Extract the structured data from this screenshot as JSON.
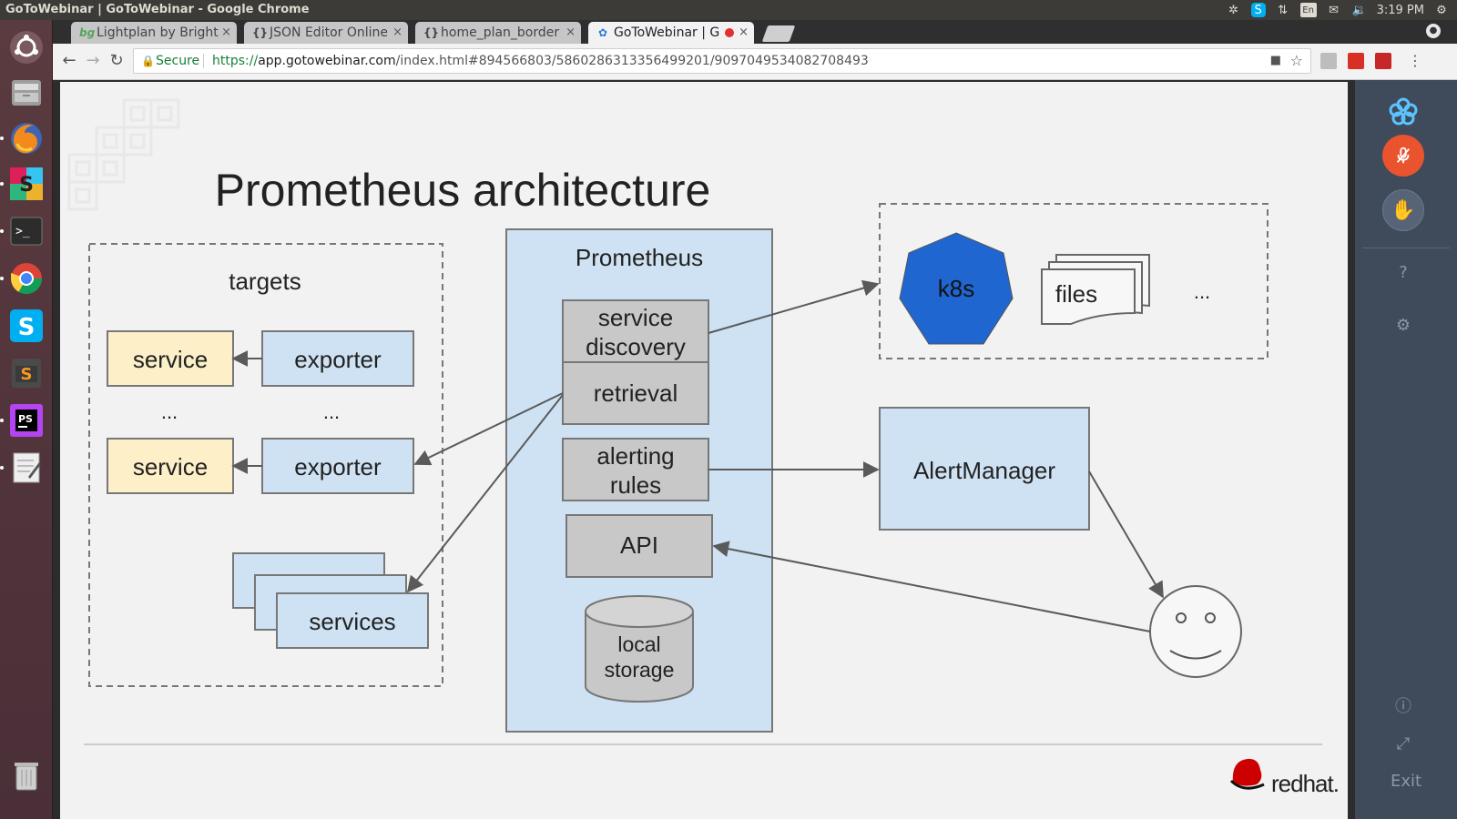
{
  "topbar": {
    "window_title": "GoToWebinar | GoToWebinar - Google Chrome",
    "keyboard_layout": "En",
    "time": "3:19 PM"
  },
  "launcher": {
    "apps": [
      "ubuntu-dash",
      "files",
      "firefox",
      "slack",
      "terminal",
      "chrome",
      "skype",
      "sublime-text",
      "phpstorm",
      "text-editor",
      "trash"
    ]
  },
  "browser": {
    "tabs": [
      {
        "label": "Lightplan by Bright",
        "favicon": "bg"
      },
      {
        "label": "JSON Editor Online",
        "favicon": "{}"
      },
      {
        "label": "home_plan_border",
        "favicon": "{}"
      },
      {
        "label": "GoToWebinar | G",
        "favicon": "gtw"
      }
    ],
    "close_glyph": "×",
    "secure_label": "Secure",
    "url_scheme": "https://",
    "url_host": "app.gotowebinar.com",
    "url_path": "/index.html#894566803/5860286313356499201/9097049534082708493"
  },
  "slide": {
    "title": "Prometheus architecture",
    "targets_label": "targets",
    "service_label": "service",
    "exporter_label": "exporter",
    "ellipsis": "...",
    "services_label": "services",
    "prometheus_label": "Prometheus",
    "service_discovery_line1": "service",
    "service_discovery_line2": "discovery",
    "retrieval_label": "retrieval",
    "alerting_rules_line1": "alerting",
    "alerting_rules_line2": "rules",
    "api_label": "API",
    "local_storage_line1": "local",
    "local_storage_line2": "storage",
    "k8s_label": "k8s",
    "files_label": "files",
    "discovery_more": "...",
    "alertmanager_label": "AlertManager",
    "redhat_label": "redhat."
  },
  "gtw_panel": {
    "exit_label": "Exit",
    "mic_color": "#e9542f"
  }
}
